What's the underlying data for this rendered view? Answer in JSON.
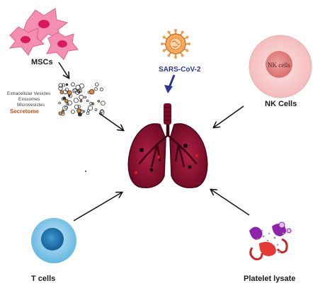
{
  "labels": {
    "mscs": "MSCs",
    "sars": "SARS-CoV-2",
    "nk_inner": "NK cells",
    "nk_outer": "NK Cells",
    "tcells": "T cells",
    "platelet": "Platelet lysate"
  },
  "secretome": {
    "line1": "Extracellular Vesicles",
    "line2": "Exosomes",
    "line3": "Microvesicles",
    "line4": "Secretome"
  },
  "colors": {
    "msc_pink": "#f06292",
    "msc_nucleus": "#d81b60",
    "virus": "#f39c4c",
    "sars_text": "#2a3593",
    "nk_outer": "#f9d2d2",
    "nk_inner": "#e38a8a",
    "tcell_outer": "#82c9ea",
    "tcell_inner": "#1f7fbd",
    "lung": "#8e1030",
    "secretome_text": "#c0501c"
  }
}
